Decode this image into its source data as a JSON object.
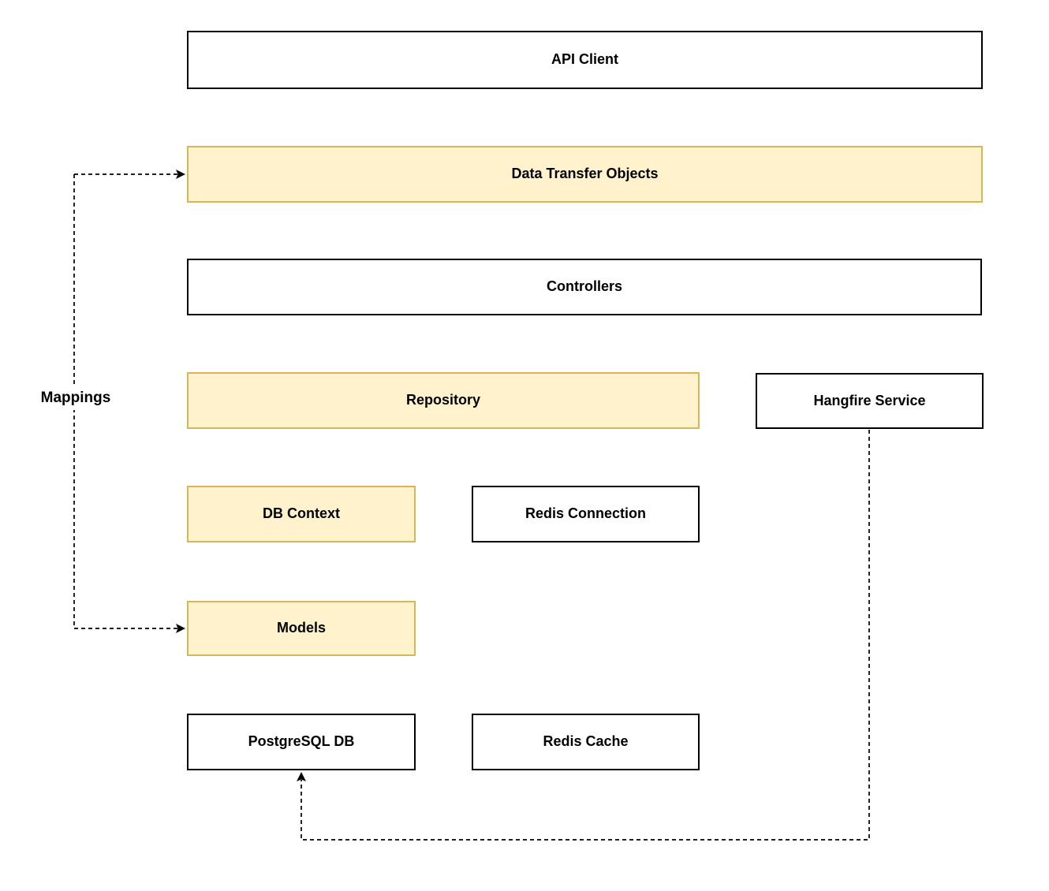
{
  "diagram": {
    "nodes": {
      "api_client": {
        "label": "API Client"
      },
      "dto": {
        "label": "Data Transfer Objects"
      },
      "controllers": {
        "label": "Controllers"
      },
      "repository": {
        "label": "Repository"
      },
      "hangfire": {
        "label": "Hangfire Service"
      },
      "db_context": {
        "label": "DB Context"
      },
      "redis_connection": {
        "label": "Redis Connection"
      },
      "models": {
        "label": "Models"
      },
      "postgresql": {
        "label": "PostgreSQL DB"
      },
      "redis_cache": {
        "label": "Redis Cache"
      }
    },
    "edge_labels": {
      "mappings": "Mappings"
    },
    "connections": [
      {
        "from": "mappings-line",
        "to": "dto",
        "style": "dashed-arrow"
      },
      {
        "from": "mappings-line",
        "to": "models",
        "style": "dashed-arrow"
      },
      {
        "from": "hangfire",
        "to": "postgresql",
        "style": "dashed-arrow"
      }
    ],
    "colors": {
      "accent_fill": "#fff2cc",
      "accent_border": "#d6b656",
      "plain_fill": "#ffffff",
      "plain_border": "#000000",
      "connector": "#000000",
      "text": "#000000",
      "background": "#ffffff"
    }
  }
}
